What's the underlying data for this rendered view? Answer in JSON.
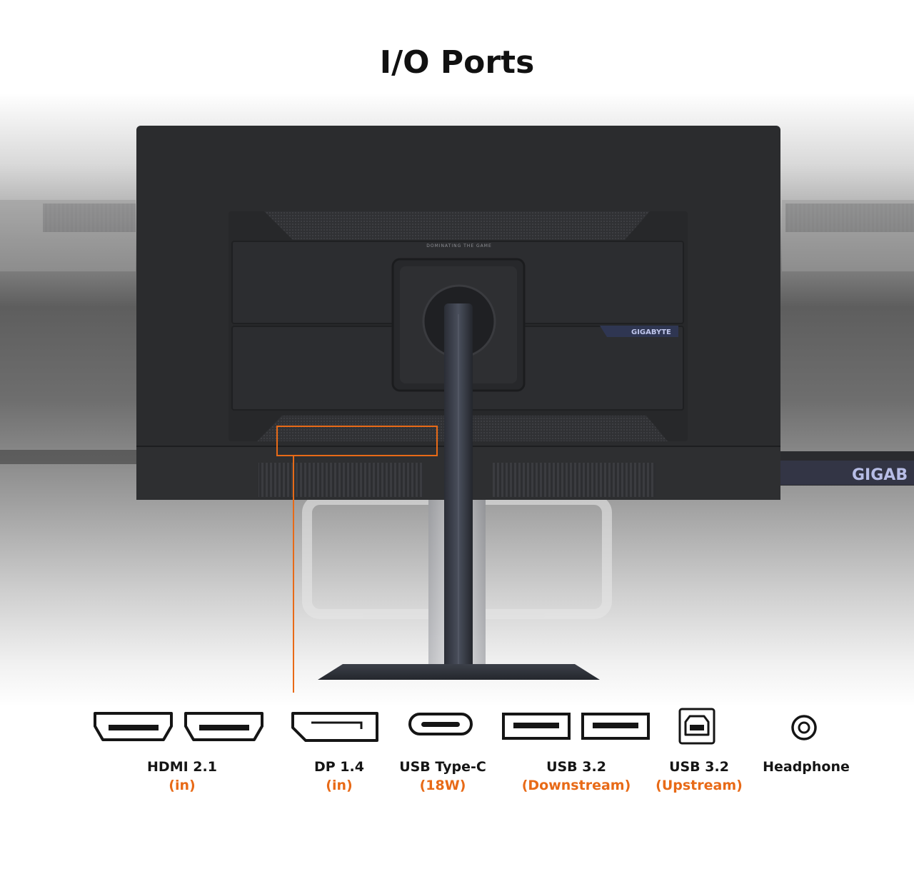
{
  "title": "I/O Ports",
  "monitor": {
    "tagline": "DOMINATING THE GAME",
    "brand_small": "GIGABYTE",
    "brand_large": "GIGAB"
  },
  "ports": [
    {
      "name": "HDMI 2.1",
      "detail": "(in)"
    },
    {
      "name": "DP 1.4",
      "detail": "(in)"
    },
    {
      "name": "USB Type-C",
      "detail": "(18W)"
    },
    {
      "name": "USB 3.2",
      "detail": "(Downstream)"
    },
    {
      "name": "USB 3.2",
      "detail": "(Upstream)"
    },
    {
      "name": "Headphone",
      "detail": ""
    }
  ],
  "colors": {
    "accent": "#e86a17",
    "monitor_body": "#2b2c2e",
    "text": "#151515"
  },
  "icons": [
    "hdmi-port-icon",
    "displayport-icon",
    "usb-type-c-icon",
    "usb-a-port-icon",
    "usb-b-port-icon",
    "headphone-jack-icon"
  ]
}
